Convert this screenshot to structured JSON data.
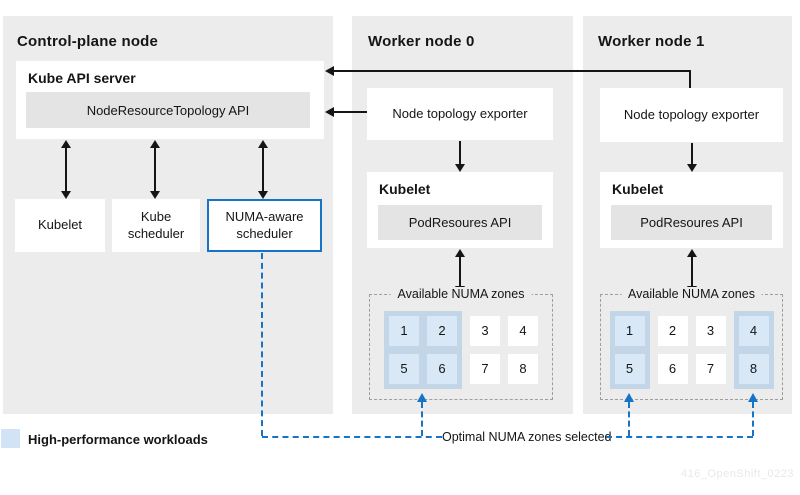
{
  "colors": {
    "panel_bg": "#ececec",
    "inner_box_bg": "#e4e4e4",
    "accent_blue": "#1673c6",
    "selected_cell": "#d9e8f6",
    "selected_group": "#c2d6e8",
    "legend_swatch": "#d2e3f5",
    "text": "#151515"
  },
  "panels": {
    "control": {
      "title": "Control-plane node",
      "api_server": {
        "title": "Kube API server",
        "inner_label": "NodeResourceTopology API"
      },
      "components": [
        "Kubelet",
        "Kube scheduler",
        "NUMA-aware scheduler"
      ]
    },
    "worker0": {
      "title": "Worker node 0",
      "exporter_label": "Node topology exporter",
      "kubelet": {
        "title": "Kubelet",
        "inner_label": "PodResoures API"
      },
      "zones": {
        "title": "Available NUMA zones",
        "groups": [
          {
            "selected": true,
            "cells": [
              "1",
              "2",
              "5",
              "6"
            ]
          },
          {
            "selected": false,
            "cells": [
              "3",
              "4",
              "7",
              "8"
            ]
          }
        ]
      }
    },
    "worker1": {
      "title": "Worker node 1",
      "exporter_label": "Node topology exporter",
      "kubelet": {
        "title": "Kubelet",
        "inner_label": "PodResoures API"
      },
      "zones": {
        "title": "Available NUMA zones",
        "groups": [
          {
            "selected": true,
            "cells": [
              "1",
              "5"
            ]
          },
          {
            "selected": false,
            "cells": [
              "2",
              "3",
              "6",
              "7"
            ]
          },
          {
            "selected": true,
            "cells": [
              "4",
              "8"
            ]
          }
        ]
      }
    }
  },
  "connector": {
    "label": "Optimal NUMA zones selected"
  },
  "legend": {
    "label": "High-performance workloads"
  },
  "watermark": {
    "text": "416_OpenShift_0223"
  }
}
